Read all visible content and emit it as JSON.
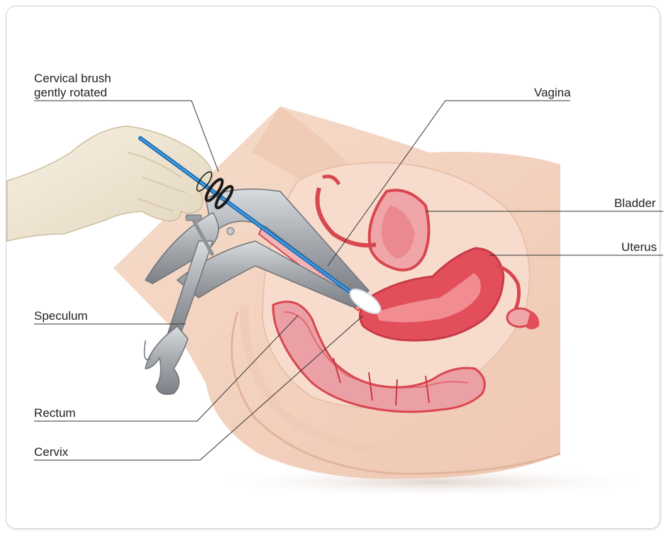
{
  "labels": {
    "cervical_brush_line1": "Cervical brush",
    "cervical_brush_line2": "gently rotated",
    "vagina": "Vagina",
    "bladder": "Bladder",
    "uterus": "Uterus",
    "speculum": "Speculum",
    "rectum": "Rectum",
    "cervix": "Cervix"
  },
  "colors": {
    "skin": "#f3d4c2",
    "skin_shadow": "#e8bea6",
    "organ_red": "#e0505a",
    "organ_pink": "#f0a3a6",
    "rectum_pink": "#eba0a6",
    "metal": "#a9adb2",
    "glove": "#f1e7d3",
    "brush_blue": "#2a7fc9",
    "leader_line": "#333333"
  }
}
